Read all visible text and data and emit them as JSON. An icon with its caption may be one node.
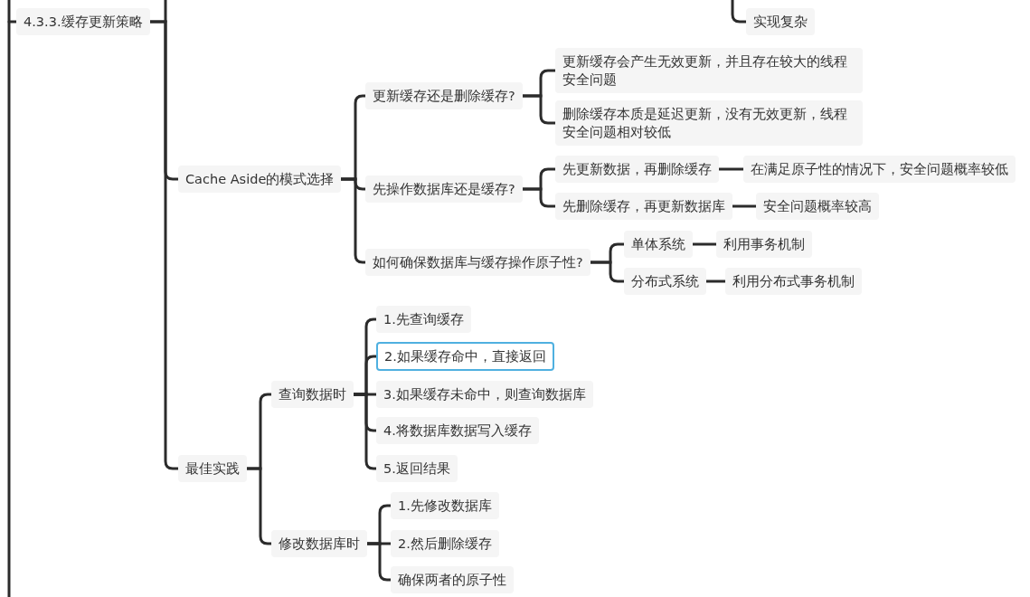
{
  "diagram": {
    "nodes": [
      {
        "text": [
          "4.3.3.缓存更新策略"
        ]
      },
      {
        "text": [
          "Cache Aside的模式选择"
        ]
      },
      {
        "text": [
          "更新缓存还是删除缓存?"
        ]
      },
      {
        "text": [
          "更新缓存会产生无效更新，并且存在较大的线程安全问题"
        ]
      },
      {
        "text": [
          "删除缓存本质是延迟更新，没有无效更新，线程安全问题相对较低"
        ]
      },
      {
        "text": [
          "先操作数据库还是缓存?"
        ]
      },
      {
        "text": [
          "先更新数据，再删除缓存"
        ]
      },
      {
        "text": [
          "在满足原子性的情况下，安全问题概率较低"
        ]
      },
      {
        "text": [
          "先删除缓存，再更新数据库"
        ]
      },
      {
        "text": [
          "安全问题概率较高"
        ]
      },
      {
        "text": [
          "如何确保数据库与缓存操作原子性?"
        ]
      },
      {
        "text": [
          "单体系统"
        ]
      },
      {
        "text": [
          "利用事务机制"
        ]
      },
      {
        "text": [
          "分布式系统"
        ]
      },
      {
        "text": [
          "利用分布式事务机制"
        ]
      },
      {
        "text": [
          "最佳实践"
        ]
      },
      {
        "text": [
          "查询数据时"
        ]
      },
      {
        "text": [
          "1.先查询缓存"
        ]
      },
      {
        "text": [
          "2.如果缓存命中，直接返回"
        ]
      },
      {
        "text": [
          "3.如果缓存未命中，则查询数据库"
        ]
      },
      {
        "text": [
          "4.将数据库数据写入缓存"
        ]
      },
      {
        "text": [
          "5.返回结果"
        ]
      },
      {
        "text": [
          "修改数据库时"
        ]
      },
      {
        "text": [
          "1.先修改数据库"
        ]
      },
      {
        "text": [
          "2.然后删除缓存"
        ]
      },
      {
        "text": [
          "确保两者的原子性"
        ]
      },
      {
        "text": [
          "实现复杂"
        ]
      }
    ],
    "edges": [
      {
        "from": null,
        "to": 0,
        "arrow": "none"
      },
      {
        "from": 0,
        "to": 1,
        "arrow": "none"
      },
      {
        "from": 0,
        "to": 15,
        "arrow": "none"
      },
      {
        "from": 1,
        "to": 2,
        "arrow": "none"
      },
      {
        "from": 1,
        "to": 5,
        "arrow": "none"
      },
      {
        "from": 1,
        "to": 10,
        "arrow": "none"
      },
      {
        "from": 2,
        "to": 3,
        "arrow": "none"
      },
      {
        "from": 2,
        "to": 4,
        "arrow": "none"
      },
      {
        "from": 5,
        "to": 6,
        "arrow": "none"
      },
      {
        "from": 5,
        "to": 8,
        "arrow": "none"
      },
      {
        "from": 6,
        "to": 7,
        "arrow": "none"
      },
      {
        "from": 8,
        "to": 9,
        "arrow": "none"
      },
      {
        "from": 10,
        "to": 11,
        "arrow": "none"
      },
      {
        "from": 10,
        "to": 13,
        "arrow": "none"
      },
      {
        "from": 11,
        "to": 12,
        "arrow": "none"
      },
      {
        "from": 13,
        "to": 14,
        "arrow": "none"
      },
      {
        "from": 15,
        "to": 16,
        "arrow": "none"
      },
      {
        "from": 15,
        "to": 22,
        "arrow": "none"
      },
      {
        "from": 16,
        "to": 17,
        "arrow": "none"
      },
      {
        "from": 16,
        "to": 18,
        "arrow": "none"
      },
      {
        "from": 16,
        "to": 19,
        "arrow": "none"
      },
      {
        "from": 16,
        "to": 20,
        "arrow": "none"
      },
      {
        "from": 16,
        "to": 21,
        "arrow": "none"
      },
      {
        "from": 22,
        "to": 23,
        "arrow": "none"
      },
      {
        "from": 22,
        "to": 24,
        "arrow": "none"
      },
      {
        "from": 22,
        "to": 25,
        "arrow": "none"
      },
      {
        "from": null,
        "to": 26,
        "arrow": "none"
      }
    ]
  }
}
